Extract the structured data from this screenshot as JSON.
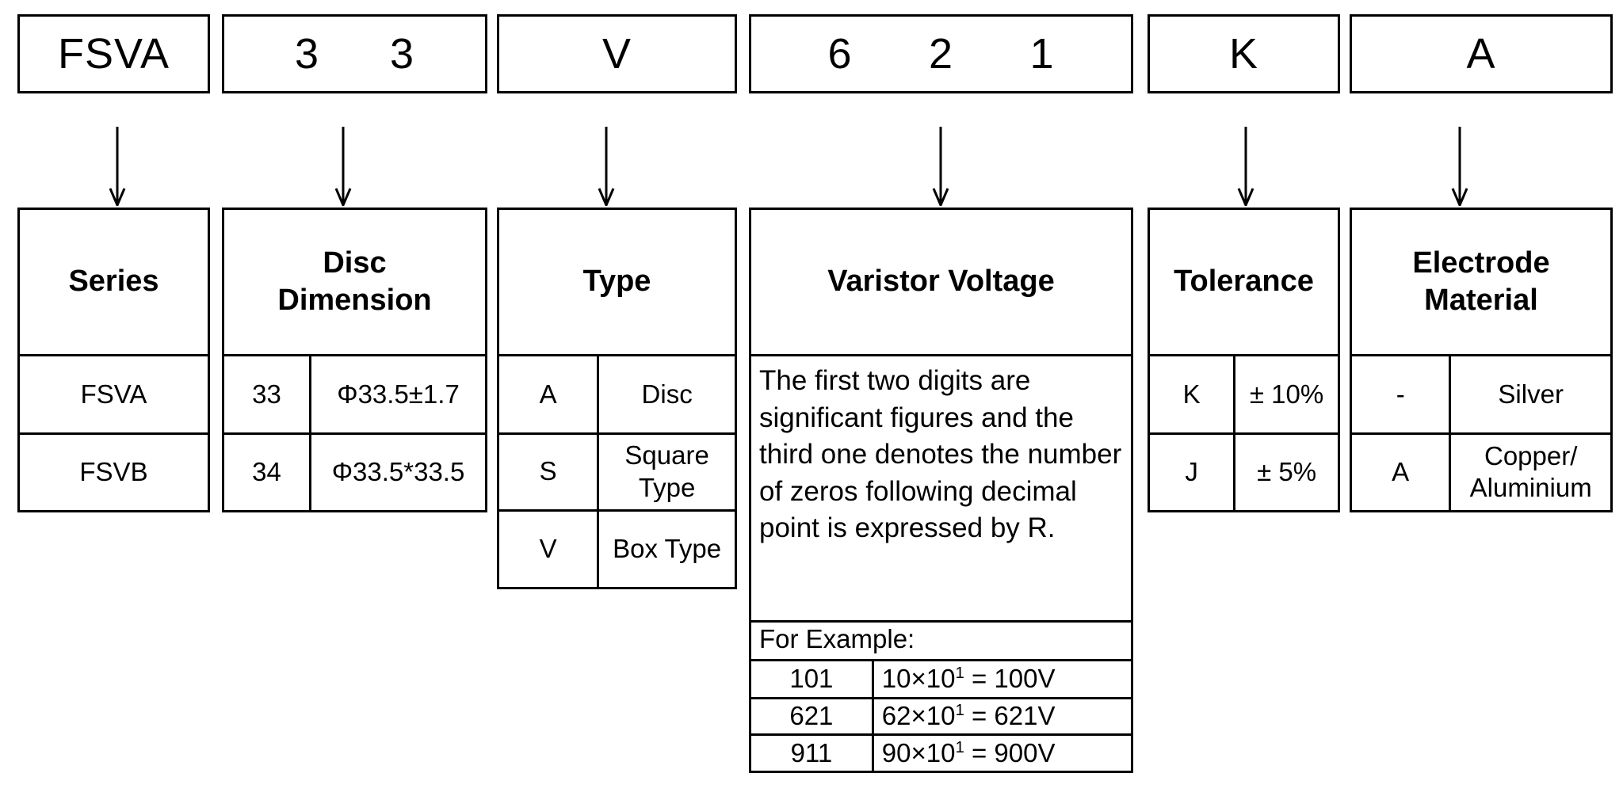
{
  "part_number": {
    "segments": [
      {
        "name": "series-code",
        "chars": [
          "FSVA"
        ],
        "spread": false
      },
      {
        "name": "dimension-code",
        "chars": [
          "3",
          "3"
        ],
        "spread": true
      },
      {
        "name": "type-code",
        "chars": [
          "V"
        ],
        "spread": false
      },
      {
        "name": "voltage-code",
        "chars": [
          "6",
          "2",
          "1"
        ],
        "spread": true
      },
      {
        "name": "tolerance-code",
        "chars": [
          "K"
        ],
        "spread": false
      },
      {
        "name": "electrode-code",
        "chars": [
          "A"
        ],
        "spread": false
      }
    ]
  },
  "columns": {
    "series": {
      "header": "Series",
      "rows": [
        {
          "code": "FSVA"
        },
        {
          "code": "FSVB"
        }
      ]
    },
    "disc_dimension": {
      "header": "Disc\nDimension",
      "header_line1": "Disc",
      "header_line2": "Dimension",
      "rows": [
        {
          "code": "33",
          "value": "Φ33.5±1.7"
        },
        {
          "code": "34",
          "value": "Φ33.5*33.5"
        }
      ]
    },
    "type": {
      "header": "Type",
      "rows": [
        {
          "code": "A",
          "value": "Disc"
        },
        {
          "code": "S",
          "value": "Square Type"
        },
        {
          "code": "V",
          "value": "Box Type"
        }
      ]
    },
    "varistor_voltage": {
      "header": "Varistor Voltage",
      "description": "The first two digits are significant figures and the third one denotes the number of zeros following decimal point is expressed by R.",
      "example_label": "For Example:",
      "examples": [
        {
          "code": "101",
          "mantissa": "10×10",
          "exponent": "1",
          "result": " = 100V"
        },
        {
          "code": "621",
          "mantissa": "62×10",
          "exponent": "1",
          "result": " = 621V"
        },
        {
          "code": "911",
          "mantissa": "90×10",
          "exponent": "1",
          "result": " = 900V"
        }
      ]
    },
    "tolerance": {
      "header": "Tolerance",
      "rows": [
        {
          "code": "K",
          "value": "± 10%"
        },
        {
          "code": "J",
          "value": "± 5%"
        }
      ]
    },
    "electrode_material": {
      "header": "Electrode\nMaterial",
      "header_line1": "Electrode",
      "header_line2": "Material",
      "rows": [
        {
          "code": "-",
          "value": "Silver"
        },
        {
          "code": "A",
          "value": "Copper/ Aluminium"
        }
      ]
    }
  }
}
